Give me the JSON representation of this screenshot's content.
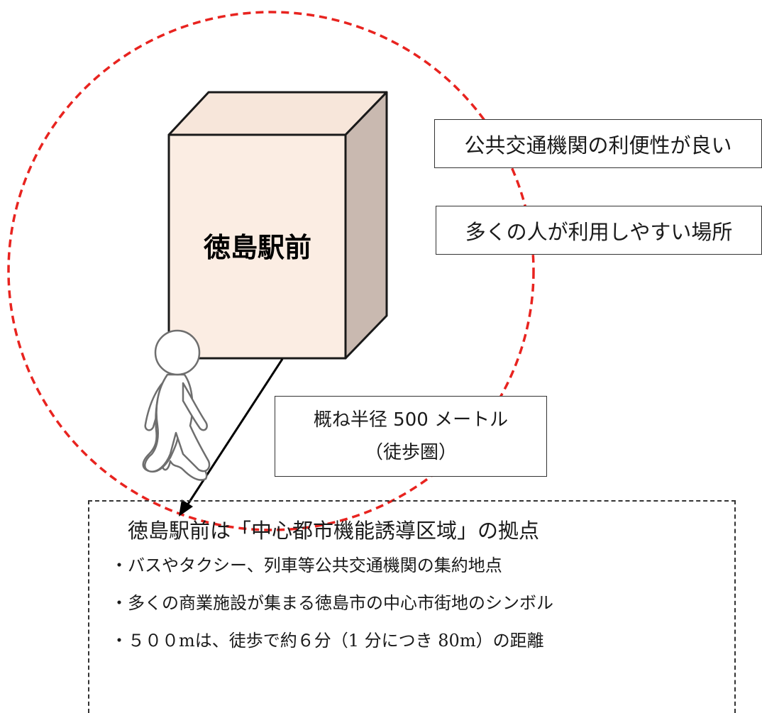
{
  "station": {
    "label": "徳島駅前"
  },
  "features": {
    "transit": "公共交通機関の利便性が良い",
    "accessible": "多くの人が利用しやすい場所"
  },
  "radius_box": {
    "line1": "概ね半径 500 メートル",
    "line2": "（徒歩圏）"
  },
  "info": {
    "heading": "徳島駅前は「中心都市機能誘導区域」の拠点",
    "items": [
      "・バスやタクシー、列車等公共交通機関の集約地点",
      "・多くの商業施設が集まる徳島市の中心市街地のシンボル",
      "・５００mは、徒歩で約６分（1 分につき 80m）の距離"
    ]
  },
  "colors": {
    "circle": "#e8231f",
    "box_front": "#fbede3",
    "box_top": "#f7e6da",
    "box_side": "#c9b9b0",
    "outline": "#1a1a1a"
  },
  "icons": {
    "walker": "walking-person-icon"
  }
}
